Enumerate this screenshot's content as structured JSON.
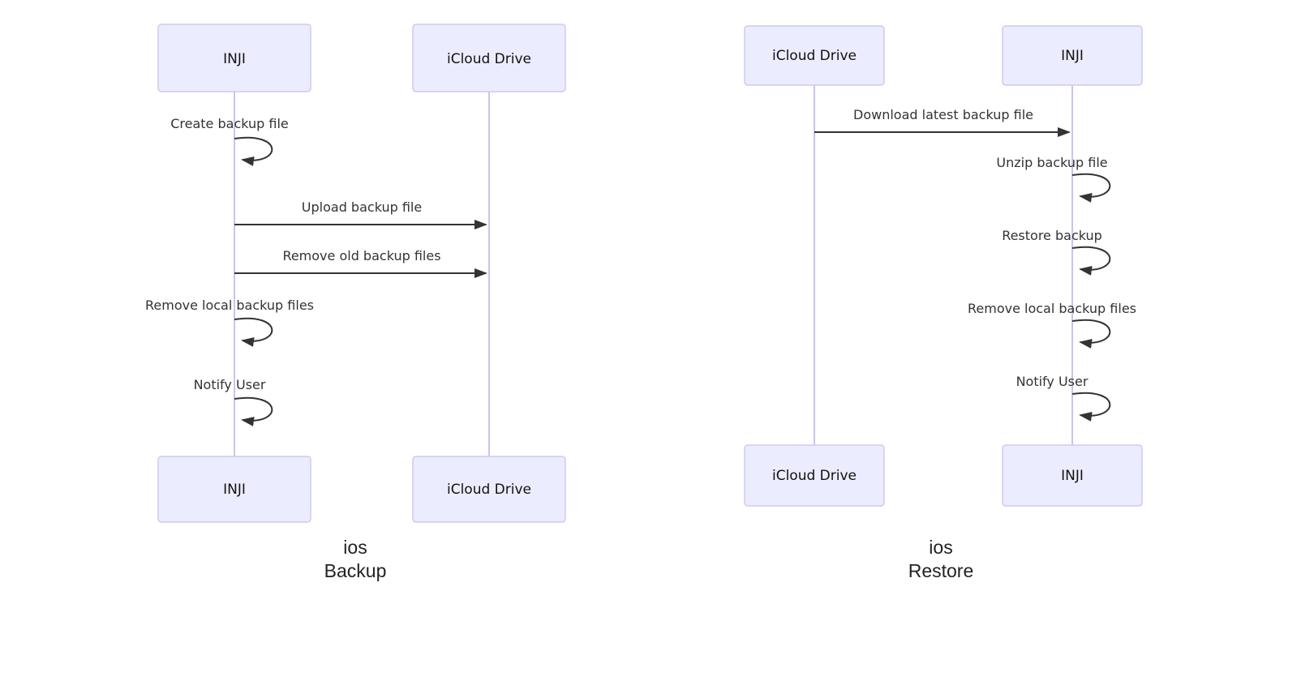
{
  "diagrams": [
    {
      "id": "ios-backup",
      "caption_line1": "ios",
      "caption_line2": "Backup",
      "actors": [
        "INJI",
        "iCloud Drive"
      ],
      "messages": [
        {
          "from": "INJI",
          "to": "INJI",
          "type": "self",
          "label": "Create backup file"
        },
        {
          "from": "INJI",
          "to": "iCloud Drive",
          "type": "arrow",
          "label": "Upload backup file"
        },
        {
          "from": "INJI",
          "to": "iCloud Drive",
          "type": "arrow",
          "label": "Remove old backup files"
        },
        {
          "from": "INJI",
          "to": "INJI",
          "type": "self",
          "label": "Remove local backup files"
        },
        {
          "from": "INJI",
          "to": "INJI",
          "type": "self",
          "label": "Notify User"
        }
      ]
    },
    {
      "id": "ios-restore",
      "caption_line1": "ios",
      "caption_line2": "Restore",
      "actors": [
        "iCloud Drive",
        "INJI"
      ],
      "messages": [
        {
          "from": "iCloud Drive",
          "to": "INJI",
          "type": "arrow",
          "label": "Download latest backup file"
        },
        {
          "from": "INJI",
          "to": "INJI",
          "type": "self",
          "label": "Unzip backup file"
        },
        {
          "from": "INJI",
          "to": "INJI",
          "type": "self",
          "label": "Restore backup"
        },
        {
          "from": "INJI",
          "to": "INJI",
          "type": "self",
          "label": "Remove local backup files"
        },
        {
          "from": "INJI",
          "to": "INJI",
          "type": "self",
          "label": "Notify User"
        }
      ]
    }
  ],
  "colors": {
    "actor_fill": "#ECECFF",
    "actor_border": "#CFC9EF",
    "lifeline": "#CBC3EC",
    "signal": "#333333",
    "message_text": "#333333",
    "caption_text": "#222222",
    "background": "#FFFFFF"
  }
}
